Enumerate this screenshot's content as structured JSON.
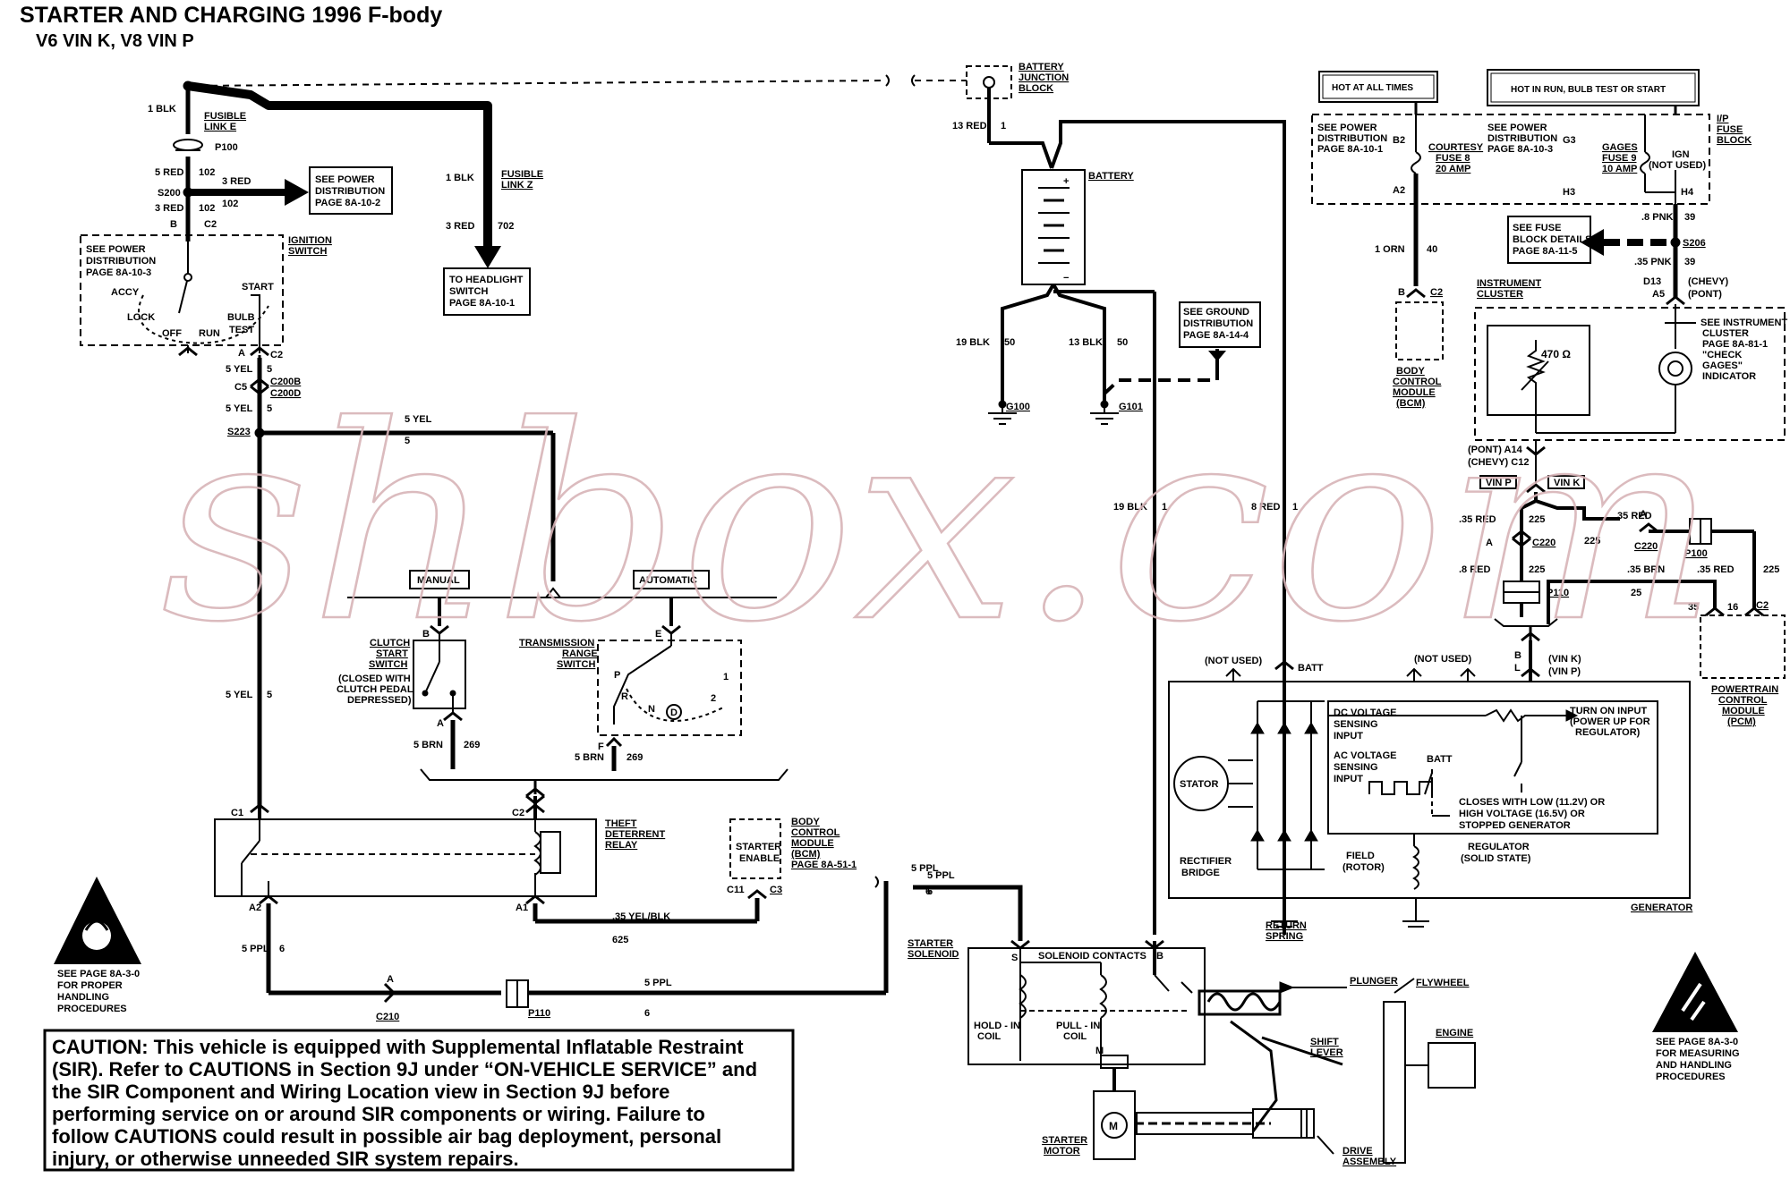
{
  "header": {
    "title": "STARTER AND CHARGING   1996 F-body",
    "subtitle": "V6 VIN K, V8 VIN P"
  },
  "watermark": "shbox.com",
  "colors": {
    "line": "#000000",
    "watermark": "#d8b4b8",
    "background": "#ffffff"
  },
  "ignition": {
    "wire1": "1 BLK",
    "fusible_link_e": [
      "FUSIBLE",
      "LINK E"
    ],
    "p100": "P100",
    "w5red": "5 RED",
    "n102a": "102",
    "s200": "S200",
    "w3red_a": "3 RED",
    "n102b": "102",
    "w3red_b": "3 RED",
    "n102c": "102",
    "b": "B",
    "c2": "C2",
    "see_power": [
      "SEE POWER",
      "DISTRIBUTION",
      "PAGE 8A-10-2"
    ],
    "box_text": [
      "SEE POWER",
      "DISTRIBUTION",
      "PAGE 8A-10-3"
    ],
    "switch_label": [
      "IGNITION",
      "SWITCH"
    ],
    "positions": {
      "accy": "ACCY",
      "lock": "LOCK",
      "off": "OFF",
      "run": "RUN",
      "start": "START",
      "bulb": "BULB",
      "test": "TEST"
    },
    "a": "A",
    "c2b": "C2",
    "w5yel_a": "5 YEL",
    "n5a": "5",
    "c5": "C5",
    "c200b": "C200B",
    "c200d": "C200D",
    "w5yel_b": "5 YEL",
    "n5b": "5",
    "s223": "S223",
    "w5yel_c": "5 YEL",
    "n5c": "5",
    "w5yel_d": "5 YEL",
    "n5d": "5"
  },
  "headlight": {
    "w1blk": "1 BLK",
    "fusible_link_z": [
      "FUSIBLE",
      "LINK Z"
    ],
    "w3red": "3 RED",
    "n702": "702",
    "box": [
      "TO HEADLIGHT",
      "SWITCH",
      "PAGE 8A-10-1"
    ]
  },
  "transmission": {
    "manual": "MANUAL",
    "automatic": "AUTOMATIC",
    "clutch": [
      "CLUTCH",
      "START",
      "SWITCH"
    ],
    "clutch_note": [
      "(CLOSED WITH",
      "CLUTCH PEDAL",
      "DEPRESSED)"
    ],
    "range": [
      "TRANSMISSION",
      "RANGE",
      "SWITCH"
    ],
    "gears": [
      "P",
      "R",
      "N",
      "D",
      "2",
      "1"
    ],
    "b": "B",
    "a": "A",
    "e": "E",
    "f": "F",
    "w5brn_a": "5 BRN",
    "n269a": "269",
    "w5brn_b": "5 BRN",
    "n269b": "269"
  },
  "relay": {
    "c1": "C1",
    "c2": "C2",
    "a2": "A2",
    "a1": "A1",
    "label": [
      "THEFT",
      "DETERRENT",
      "RELAY"
    ],
    "starter_enable": [
      "STARTER",
      "ENABLE"
    ],
    "bcm": [
      "BODY",
      "CONTROL",
      "MODULE",
      "(BCM)",
      "PAGE 8A-51-1"
    ],
    "c11": "C11",
    "c3": "C3",
    "w35yelblk": ".35 YEL/BLK",
    "n625": "625",
    "w5ppl_a": "5 PPL",
    "n6a": "6",
    "c210_a": "A",
    "c210": "C210",
    "p110": "P110",
    "w5ppl_b": "5 PPL",
    "n6b": "6",
    "w5ppl_c": "5 PPL",
    "n6c": "6"
  },
  "battery": {
    "junction": [
      "BATTERY",
      "JUNCTION",
      "BLOCK"
    ],
    "w13red": "13 RED",
    "n1": "1",
    "label": "BATTERY",
    "w19blk": "19 BLK",
    "n50a": "50",
    "w13blk": "13 BLK",
    "n50b": "50",
    "g100": "G100",
    "g101": "G101",
    "ground_box": [
      "SEE GROUND",
      "DISTRIBUTION",
      "PAGE 8A-14-4"
    ],
    "w19blk_b": "19 BLK",
    "n1b": "1",
    "w8red": "8 RED",
    "n1c": "1"
  },
  "fuse": {
    "hot_all": "HOT AT ALL TIMES",
    "hot_run": "HOT IN RUN, BULB TEST OR START",
    "see_a": [
      "SEE POWER",
      "DISTRIBUTION",
      "PAGE 8A-10-1"
    ],
    "b2": "B2",
    "a2": "A2",
    "courtesy": [
      "COURTESY",
      "FUSE 8",
      "20 AMP"
    ],
    "see_b": [
      "SEE POWER",
      "DISTRIBUTION",
      "PAGE 8A-10-3"
    ],
    "g3": "G3",
    "h3": "H3",
    "h4": "H4",
    "gages": [
      "GAGES",
      "FUSE 9",
      "10 AMP"
    ],
    "ign": [
      "IGN",
      "(NOT USED)"
    ],
    "ip": [
      "I/P",
      "FUSE",
      "BLOCK"
    ],
    "w1orn": "1 ORN",
    "n40": "40",
    "b": "B",
    "c2": "C2",
    "bcm": [
      "BODY",
      "CONTROL",
      "MODULE",
      "(BCM)"
    ],
    "w8pnk": ".8 PNK",
    "n39a": "39",
    "s206": "S206",
    "w35pnk": ".35 PNK",
    "n39b": "39",
    "see_fuse": [
      "SEE FUSE",
      "BLOCK DETAILS",
      "PAGE 8A-11-5"
    ],
    "d13": "D13",
    "a5": "A5",
    "chevy": "(CHEVY)",
    "pont": "(PONT)"
  },
  "cluster": {
    "label": [
      "INSTRUMENT",
      "CLUSTER"
    ],
    "ohms": "470 Ω",
    "see": [
      "SEE INSTRUMENT",
      "CLUSTER",
      "PAGE 8A-81-1",
      "\"CHECK",
      "GAGES\"",
      "INDICATOR"
    ],
    "pont_a14": "(PONT) A14",
    "chevy_c12": "(CHEVY) C12",
    "vin_p": "VIN P",
    "vin_k": "VIN K",
    "w35red_a": ".35 RED",
    "n225a": "225",
    "a": "A",
    "c220": "C220",
    "w35red_b": ".35 RED",
    "n225b": "225",
    "a_b": "A",
    "c220_b": "C220",
    "p100": "P100",
    "w8red": ".8 RED",
    "n225c": "225",
    "p110": "P110",
    "w35brn": ".35 BRN",
    "n25": "25",
    "w35red_c": ".35 RED",
    "n225d": "225",
    "n35": "35",
    "n16": "16",
    "c2": "C2",
    "pcm": [
      "POWERTRAIN",
      "CONTROL",
      "MODULE",
      "(PCM)"
    ]
  },
  "generator": {
    "not_used_a": "(NOT USED)",
    "batt": "BATT",
    "not_used_b": "(NOT USED)",
    "b": "B",
    "l": "L",
    "vin_k": "(VIN K)",
    "vin_p": "(VIN P)",
    "stator": "STATOR",
    "dc_sense": [
      "DC VOLTAGE",
      "SENSING",
      "INPUT"
    ],
    "ac_sense": [
      "AC VOLTAGE",
      "SENSING",
      "INPUT"
    ],
    "turn_on": [
      "TURN ON INPUT",
      "(POWER UP FOR",
      "REGULATOR)"
    ],
    "batt2": "BATT",
    "closes": [
      "CLOSES WITH LOW (11.2V) OR",
      "HIGH VOLTAGE (16.5V) OR",
      "STOPPED GENERATOR"
    ],
    "rectifier": [
      "RECTIFIER",
      "BRIDGE"
    ],
    "field": [
      "FIELD",
      "(ROTOR)"
    ],
    "regulator": [
      "REGULATOR",
      "(SOLID STATE)"
    ],
    "label": "GENERATOR"
  },
  "starter": {
    "w5ppl": "5 PPL",
    "n6": "6",
    "solenoid": [
      "STARTER",
      "SOLENOID"
    ],
    "s": "S",
    "contacts": "SOLENOID CONTACTS",
    "b": "B",
    "m": "M",
    "hold": [
      "HOLD - IN",
      "COIL"
    ],
    "pull": [
      "PULL - IN",
      "COIL"
    ],
    "return_spring": [
      "RETURN",
      "SPRING"
    ],
    "plunger": "PLUNGER",
    "flywheel": "FLYWHEEL",
    "engine": "ENGINE",
    "shift": [
      "SHIFT",
      "LEVER"
    ],
    "motor": [
      "STARTER",
      "MOTOR"
    ],
    "drive": [
      "DRIVE",
      "ASSEMBLY"
    ],
    "motor_m": "M"
  },
  "esd": {
    "left": [
      "SEE PAGE 8A-3-0",
      "FOR PROPER",
      "HANDLING",
      "PROCEDURES"
    ],
    "right": [
      "SEE PAGE 8A-3-0",
      "FOR MEASURING",
      "AND HANDLING",
      "PROCEDURES"
    ]
  },
  "caution": {
    "lines": [
      "CAUTION:    This vehicle is equipped with Supplemental Inflatable Restraint",
      "(SIR).  Refer to CAUTIONS in Section 9J under “ON-VEHICLE SERVICE” and",
      "the SIR Component and Wiring Location view in Section 9J before",
      "performing service on or around SIR components or wiring.  Failure to",
      "follow CAUTIONS could result in possible air bag deployment, personal",
      "injury, or otherwise unneeded SIR system repairs."
    ]
  }
}
